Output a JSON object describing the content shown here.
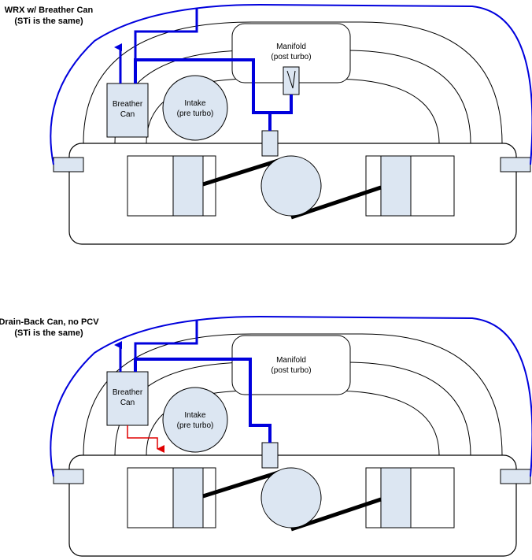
{
  "colors": {
    "hose_blue": "#0000dd",
    "drain_red": "#e00000",
    "part_fill": "#dce6f2",
    "outline": "#000000",
    "rod": "#000000"
  },
  "diagrams": [
    {
      "title_line1": "WRX w/ Breather Can",
      "title_line2": "(STi is the same)",
      "manifold_line1": "Manifold",
      "manifold_line2": "(post turbo)",
      "breather_line1": "Breather",
      "breather_line2": "Can",
      "intake_line1": "Intake",
      "intake_line2": "(pre turbo)",
      "has_pcv_valve": true,
      "has_drain_back": false
    },
    {
      "title_line1": "Drain-Back Can, no PCV",
      "title_line2": "(STi is the same)",
      "manifold_line1": "Manifold",
      "manifold_line2": "(post turbo)",
      "breather_line1": "Breather",
      "breather_line2": "Can",
      "intake_line1": "Intake",
      "intake_line2": "(pre turbo)",
      "has_pcv_valve": false,
      "has_drain_back": true
    }
  ]
}
